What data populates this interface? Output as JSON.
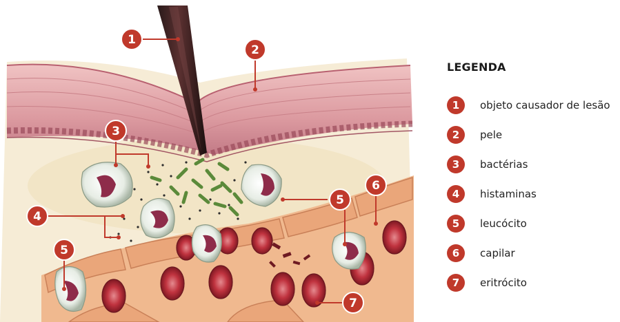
{
  "legend": {
    "title": "LEGENDA",
    "items": [
      {
        "number": "1",
        "label": "objeto causador de lesão"
      },
      {
        "number": "2",
        "label": "pele"
      },
      {
        "number": "3",
        "label": "bactérias"
      },
      {
        "number": "4",
        "label": "histaminas"
      },
      {
        "number": "5",
        "label": "leucócito"
      },
      {
        "number": "6",
        "label": "capilar"
      },
      {
        "number": "7",
        "label": "eritrócito"
      }
    ]
  },
  "callouts": {
    "c1": "1",
    "c2": "2",
    "c3": "3",
    "c4": "4",
    "c5a": "5",
    "c5b": "5",
    "c6": "6",
    "c7": "7"
  },
  "colors": {
    "accent": "#c0392b",
    "skin": "#d9909a",
    "skin_dark": "#a8505e",
    "tissue": "#f3e6c9",
    "capillary_cell": "#e9a97c",
    "erythrocyte": "#b8303a",
    "leukocyte_nucleus": "#8e2c4a"
  }
}
